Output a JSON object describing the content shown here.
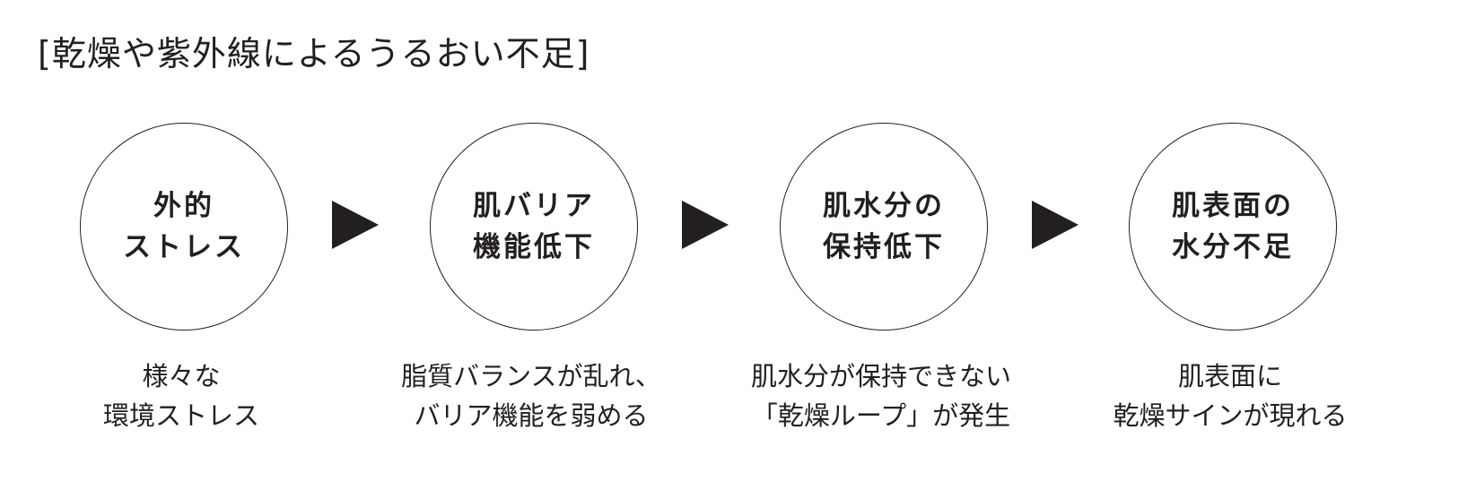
{
  "title": "[乾燥や紫外線によるうるおい不足]",
  "stages": [
    {
      "circle": [
        "外的",
        "ストレス"
      ],
      "caption": [
        "様々な",
        "環境ストレス"
      ]
    },
    {
      "circle": [
        "肌バリア",
        "機能低下"
      ],
      "caption": [
        "脂質バランスが乱れ、",
        "バリア機能を弱める"
      ]
    },
    {
      "circle": [
        "肌水分の",
        "保持低下"
      ],
      "caption": [
        "肌水分が保持できない",
        "「乾燥ループ」が発生"
      ]
    },
    {
      "circle": [
        "肌表面の",
        "水分不足"
      ],
      "caption": [
        "肌表面に",
        "乾燥サインが現れる"
      ]
    }
  ],
  "colors": {
    "ink": "#231f20",
    "background": "#ffffff"
  },
  "icons": {
    "arrow": "right-triangle-arrow"
  }
}
